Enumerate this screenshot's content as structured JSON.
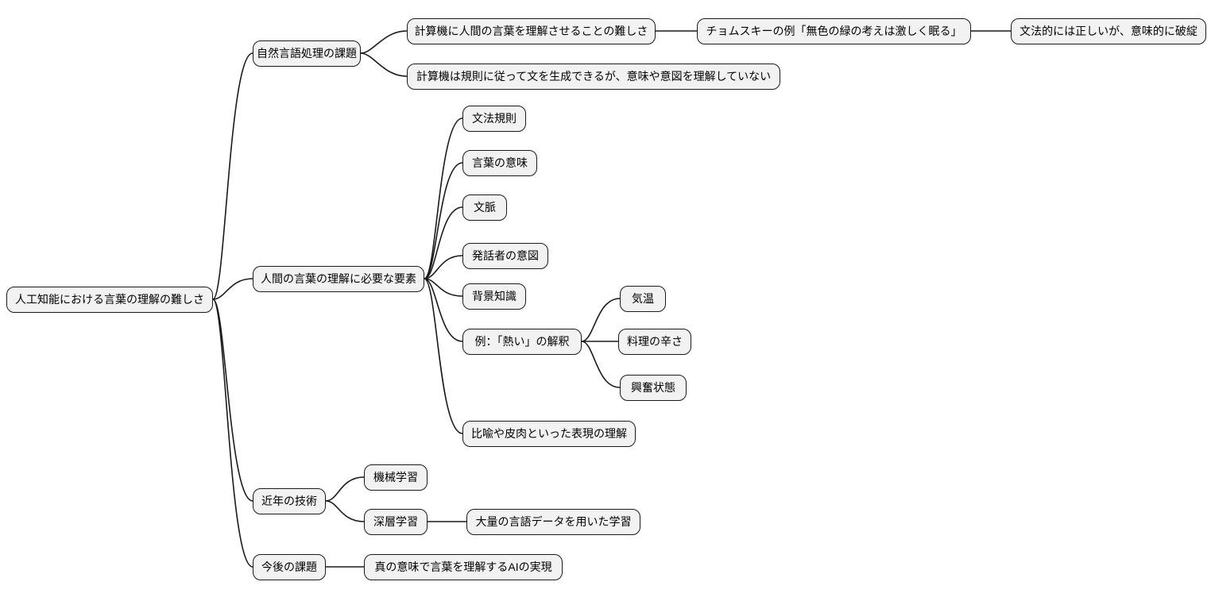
{
  "diagram": {
    "type": "mindmap",
    "colors": {
      "background": "#ffffff",
      "node_fill": "#f2f2f2",
      "node_border": "#1a1a1a",
      "edge": "#1a1a1a",
      "text": "#000000"
    },
    "root": {
      "id": "ai-language-understanding-difficulty",
      "label": "人工知能における言葉の理解の難しさ",
      "children": [
        {
          "id": "nlp-challenges",
          "label": "自然言語処理の課題",
          "children": [
            {
              "id": "difficulty-making-computers-understand",
              "label": "計算機に人間の言葉を理解させることの難しさ",
              "children": [
                {
                  "id": "chomsky-example",
                  "label": "チョムスキーの例「無色の緑の考えは激しく眠る」",
                  "children": [
                    {
                      "id": "grammatically-correct-semantically-broken",
                      "label": "文法的には正しいが、意味的に破綻",
                      "children": []
                    }
                  ]
                }
              ]
            },
            {
              "id": "computers-generate-without-understanding",
              "label": "計算機は規則に従って文を生成できるが、意味や意図を理解していない",
              "children": []
            }
          ]
        },
        {
          "id": "elements-for-understanding-human-language",
          "label": "人間の言葉の理解に必要な要素",
          "children": [
            {
              "id": "grammar-rules",
              "label": "文法規則",
              "children": []
            },
            {
              "id": "word-meaning",
              "label": "言葉の意味",
              "children": []
            },
            {
              "id": "context",
              "label": "文脈",
              "children": []
            },
            {
              "id": "speaker-intent",
              "label": "発話者の意図",
              "children": []
            },
            {
              "id": "background-knowledge",
              "label": "背景知識",
              "children": []
            },
            {
              "id": "atsui-interpretation-example",
              "label": "例：「熱い」の解釈",
              "children": [
                {
                  "id": "air-temperature",
                  "label": "気温",
                  "children": []
                },
                {
                  "id": "food-spiciness",
                  "label": "料理の辛さ",
                  "children": []
                },
                {
                  "id": "excited-state",
                  "label": "興奮状態",
                  "children": []
                }
              ]
            },
            {
              "id": "metaphor-sarcasm-understanding",
              "label": "比喩や皮肉といった表現の理解",
              "children": []
            }
          ]
        },
        {
          "id": "recent-technology",
          "label": "近年の技術",
          "children": [
            {
              "id": "machine-learning",
              "label": "機械学習",
              "children": []
            },
            {
              "id": "deep-learning",
              "label": "深層学習",
              "children": [
                {
                  "id": "large-language-data-learning",
                  "label": "大量の言語データを用いた学習",
                  "children": []
                }
              ]
            }
          ]
        },
        {
          "id": "future-challenges",
          "label": "今後の課題",
          "children": [
            {
              "id": "true-language-understanding-ai",
              "label": "真の意味で言葉を理解するAIの実現",
              "children": []
            }
          ]
        }
      ]
    }
  }
}
